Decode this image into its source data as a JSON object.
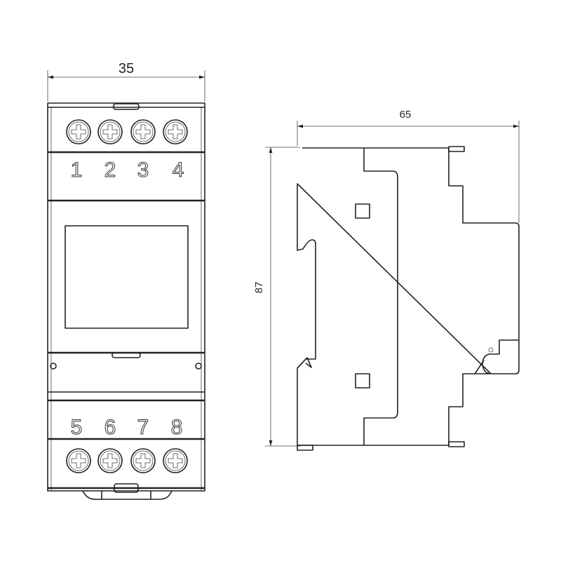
{
  "front_view": {
    "width_dimension": "35",
    "top_terminals": [
      "1",
      "2",
      "3",
      "4"
    ],
    "bottom_terminals": [
      "5",
      "6",
      "7",
      "8"
    ]
  },
  "side_view": {
    "depth_dimension": "65",
    "height_dimension": "87"
  }
}
